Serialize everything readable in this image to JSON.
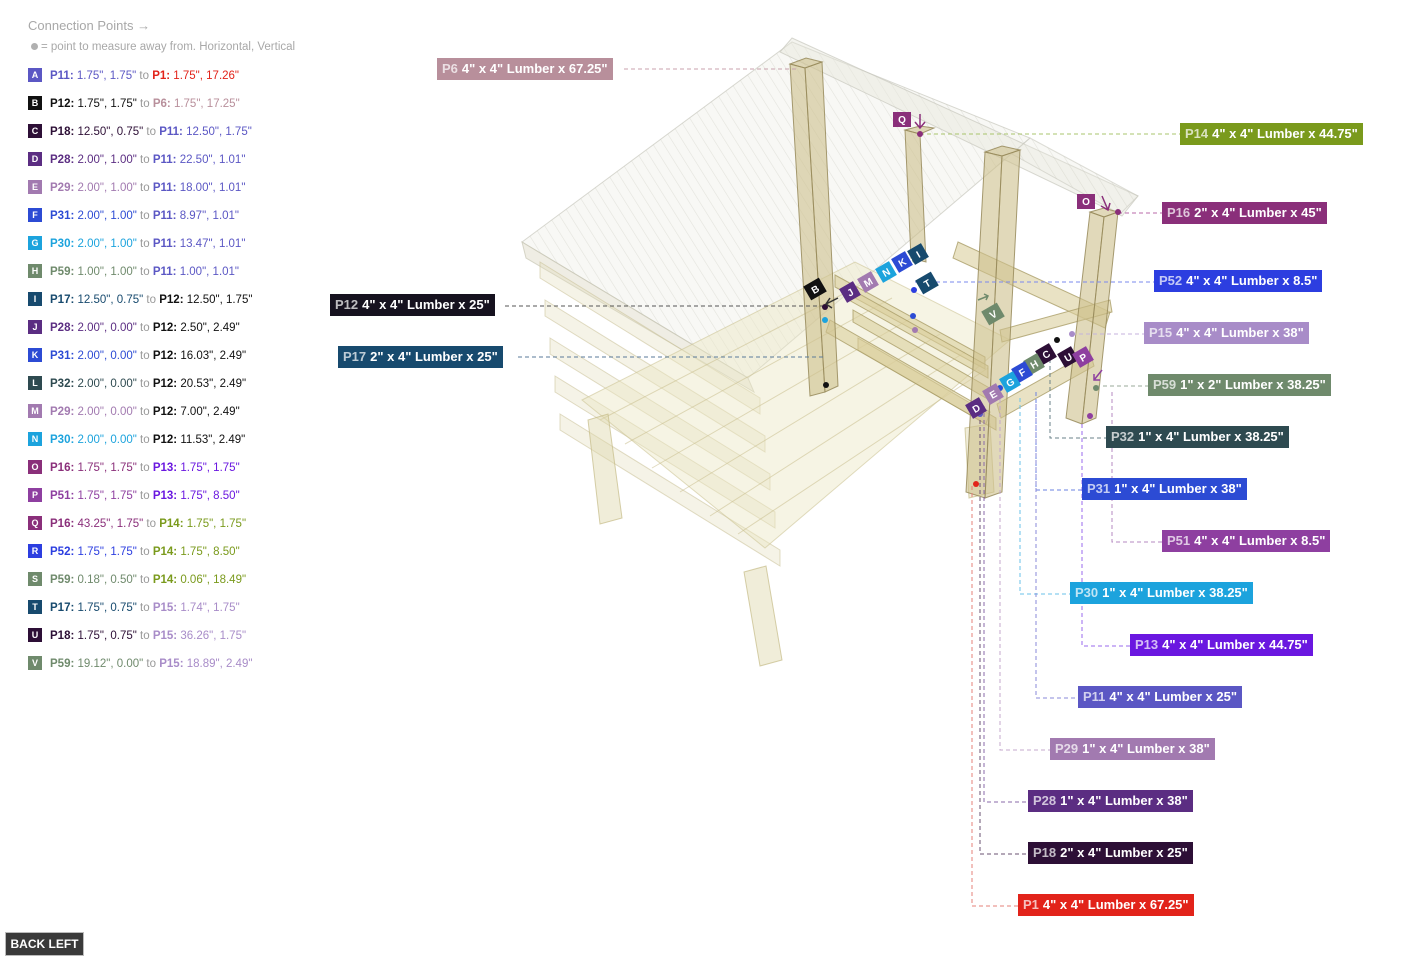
{
  "legend": {
    "title": "Connection Points →",
    "subtitle": "= point to measure away from. Horizontal, Vertical",
    "items": [
      {
        "letter": "A",
        "color": "#5b57c4",
        "from": "P11",
        "from_color": "#5b57c4",
        "from_vals": "1.75\", 1.75\"",
        "to": "P1",
        "to_color": "#e2231a",
        "to_vals": "1.75\", 17.26\""
      },
      {
        "letter": "B",
        "color": "#111111",
        "from": "P12",
        "from_color": "#111111",
        "from_vals": "1.75\", 1.75\"",
        "to": "P6",
        "to_color": "#b88f9b",
        "to_vals": "1.75\", 17.25\""
      },
      {
        "letter": "C",
        "color": "#2d0f36",
        "from": "P18",
        "from_color": "#2d0f36",
        "from_vals": "12.50\", 0.75\"",
        "to": "P11",
        "to_color": "#5b57c4",
        "to_vals": "12.50\", 1.75\""
      },
      {
        "letter": "D",
        "color": "#5b2d82",
        "from": "P28",
        "from_color": "#5b2d82",
        "from_vals": "2.00\", 1.00\"",
        "to": "P11",
        "to_color": "#5b57c4",
        "to_vals": "22.50\", 1.01\""
      },
      {
        "letter": "E",
        "color": "#a27ab0",
        "from": "P29",
        "from_color": "#a27ab0",
        "from_vals": "2.00\", 1.00\"",
        "to": "P11",
        "to_color": "#5b57c4",
        "to_vals": "18.00\", 1.01\""
      },
      {
        "letter": "F",
        "color": "#2c4bd4",
        "from": "P31",
        "from_color": "#2c4bd4",
        "from_vals": "2.00\", 1.00\"",
        "to": "P11",
        "to_color": "#5b57c4",
        "to_vals": "8.97\", 1.01\""
      },
      {
        "letter": "G",
        "color": "#1ca3dd",
        "from": "P30",
        "from_color": "#1ca3dd",
        "from_vals": "2.00\", 1.00\"",
        "to": "P11",
        "to_color": "#5b57c4",
        "to_vals": "13.47\", 1.01\""
      },
      {
        "letter": "H",
        "color": "#6f8a6c",
        "from": "P59",
        "from_color": "#6f8a6c",
        "from_vals": "1.00\", 1.00\"",
        "to": "P11",
        "to_color": "#5b57c4",
        "to_vals": "1.00\", 1.01\""
      },
      {
        "letter": "I",
        "color": "#174a6e",
        "from": "P17",
        "from_color": "#174a6e",
        "from_vals": "12.50\", 0.75\"",
        "to": "P12",
        "to_color": "#111111",
        "to_vals": "12.50\", 1.75\""
      },
      {
        "letter": "J",
        "color": "#5b2d82",
        "from": "P28",
        "from_color": "#5b2d82",
        "from_vals": "2.00\", 0.00\"",
        "to": "P12",
        "to_color": "#111111",
        "to_vals": "2.50\", 2.49\""
      },
      {
        "letter": "K",
        "color": "#2c4bd4",
        "from": "P31",
        "from_color": "#2c4bd4",
        "from_vals": "2.00\", 0.00\"",
        "to": "P12",
        "to_color": "#111111",
        "to_vals": "16.03\", 2.49\""
      },
      {
        "letter": "L",
        "color": "#2e4a50",
        "from": "P32",
        "from_color": "#2e4a50",
        "from_vals": "2.00\", 0.00\"",
        "to": "P12",
        "to_color": "#111111",
        "to_vals": "20.53\", 2.49\""
      },
      {
        "letter": "M",
        "color": "#a27ab0",
        "from": "P29",
        "from_color": "#a27ab0",
        "from_vals": "2.00\", 0.00\"",
        "to": "P12",
        "to_color": "#111111",
        "to_vals": "7.00\", 2.49\""
      },
      {
        "letter": "N",
        "color": "#1ca3dd",
        "from": "P30",
        "from_color": "#1ca3dd",
        "from_vals": "2.00\", 0.00\"",
        "to": "P12",
        "to_color": "#111111",
        "to_vals": "11.53\", 2.49\""
      },
      {
        "letter": "O",
        "color": "#8a2f7a",
        "from": "P16",
        "from_color": "#8a2f7a",
        "from_vals": "1.75\", 1.75\"",
        "to": "P13",
        "to_color": "#6a17e0",
        "to_vals": "1.75\", 1.75\""
      },
      {
        "letter": "P",
        "color": "#8e3fa0",
        "from": "P51",
        "from_color": "#8e3fa0",
        "from_vals": "1.75\", 1.75\"",
        "to": "P13",
        "to_color": "#6a17e0",
        "to_vals": "1.75\", 8.50\""
      },
      {
        "letter": "Q",
        "color": "#8a2f7a",
        "from": "P16",
        "from_color": "#8a2f7a",
        "from_vals": "43.25\", 1.75\"",
        "to": "P14",
        "to_color": "#7a9a1c",
        "to_vals": "1.75\", 1.75\""
      },
      {
        "letter": "R",
        "color": "#2c3ee0",
        "from": "P52",
        "from_color": "#2c3ee0",
        "from_vals": "1.75\", 1.75\"",
        "to": "P14",
        "to_color": "#7a9a1c",
        "to_vals": "1.75\", 8.50\""
      },
      {
        "letter": "S",
        "color": "#6f8a6c",
        "from": "P59",
        "from_color": "#6f8a6c",
        "from_vals": "0.18\", 0.50\"",
        "to": "P14",
        "to_color": "#7a9a1c",
        "to_vals": "0.06\", 18.49\""
      },
      {
        "letter": "T",
        "color": "#174a6e",
        "from": "P17",
        "from_color": "#174a6e",
        "from_vals": "1.75\", 0.75\"",
        "to": "P15",
        "to_color": "#a88cc8",
        "to_vals": "1.74\", 1.75\""
      },
      {
        "letter": "U",
        "color": "#2d0f36",
        "from": "P18",
        "from_color": "#2d0f36",
        "from_vals": "1.75\", 0.75\"",
        "to": "P15",
        "to_color": "#a88cc8",
        "to_vals": "36.26\", 1.75\""
      },
      {
        "letter": "V",
        "color": "#6f8a6c",
        "from": "P59",
        "from_color": "#6f8a6c",
        "from_vals": "19.12\", 0.00\"",
        "to": "P15",
        "to_color": "#a88cc8",
        "to_vals": "18.89\", 2.49\""
      }
    ],
    "to_word": "to"
  },
  "parts": [
    {
      "id": "P6",
      "desc": "4\" x 4\" Lumber x 67.25\"",
      "color": "#b88f9b"
    },
    {
      "id": "P14",
      "desc": "4\" x 4\" Lumber x 44.75\"",
      "color": "#7a9a1c"
    },
    {
      "id": "P16",
      "desc": "2\" x 4\" Lumber  x 45\"",
      "color": "#8a2f7a"
    },
    {
      "id": "P52",
      "desc": "4\" x 4\" Lumber x 8.5\"",
      "color": "#2c3ee0"
    },
    {
      "id": "P12",
      "desc": "4\" x 4\" Lumber x 25\"",
      "color": "#16121f"
    },
    {
      "id": "P15",
      "desc": "4\" x 4\" Lumber x 38\"",
      "color": "#a88cc8"
    },
    {
      "id": "P17",
      "desc": "2\" x 4\" Lumber  x 25\"",
      "color": "#174a6e"
    },
    {
      "id": "P59",
      "desc": "1\" x 2\" Lumber x 38.25\"",
      "color": "#6f8a6c"
    },
    {
      "id": "P32",
      "desc": "1\" x 4\" Lumber  x 38.25\"",
      "color": "#2e4a50"
    },
    {
      "id": "P31",
      "desc": "1\" x 4\" Lumber  x 38\"",
      "color": "#2c4bd4"
    },
    {
      "id": "P51",
      "desc": "4\" x 4\" Lumber x 8.5\"",
      "color": "#8e3fa0"
    },
    {
      "id": "P30",
      "desc": "1\" x 4\" Lumber  x 38.25\"",
      "color": "#1ca3dd"
    },
    {
      "id": "P13",
      "desc": "4\" x 4\" Lumber x 44.75\"",
      "color": "#6a17e0"
    },
    {
      "id": "P11",
      "desc": "4\" x 4\" Lumber x 25\"",
      "color": "#5b57c4"
    },
    {
      "id": "P29",
      "desc": "1\" x 4\" Lumber  x 38\"",
      "color": "#a27ab0"
    },
    {
      "id": "P28",
      "desc": "1\" x 4\" Lumber  x 38\"",
      "color": "#5b2d82"
    },
    {
      "id": "P18",
      "desc": "2\" x 4\" Lumber  x 25\"",
      "color": "#2d0f36"
    },
    {
      "id": "P1",
      "desc": "4\" x 4\" Lumber x 67.25\"",
      "color": "#e2231a"
    }
  ],
  "back_button": "BACK LEFT"
}
